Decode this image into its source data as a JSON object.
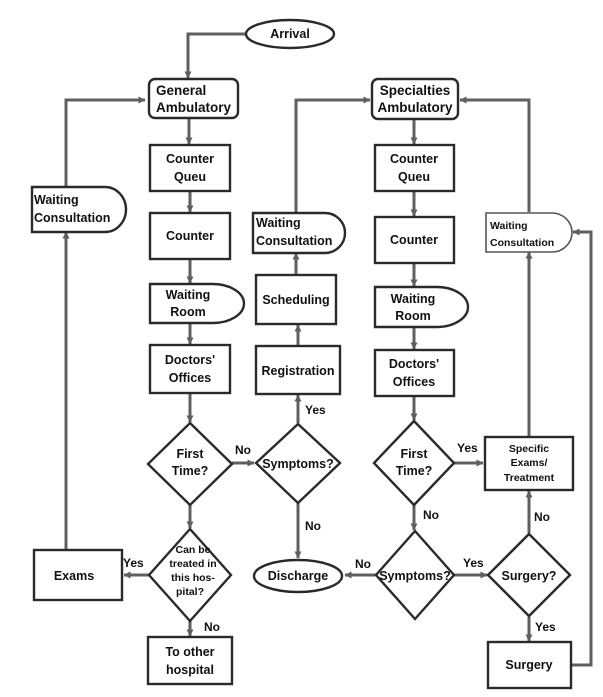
{
  "nodes": {
    "arrival": "Arrival",
    "general_ambulatory": [
      "General",
      "Ambulatory"
    ],
    "counter_queue_left": [
      "Counter",
      "Queu"
    ],
    "counter_left": "Counter",
    "waiting_room_left": [
      "Waiting",
      "Room"
    ],
    "doctors_offices_left": [
      "Doctors'",
      "Offices"
    ],
    "first_time_left": [
      "First",
      "Time?"
    ],
    "can_be_treated": [
      "Can be",
      "treated in",
      "this hos-",
      "pital?"
    ],
    "to_other_hospital": [
      "To other",
      "hospital"
    ],
    "exams": "Exams",
    "waiting_consultation_left": [
      "Waiting",
      "Consultation"
    ],
    "symptoms_middle": "Symptoms?",
    "registration": "Registration",
    "scheduling": "Scheduling",
    "waiting_consultation_middle": [
      "Waiting",
      "Consultation"
    ],
    "discharge": "Discharge",
    "specialties_ambulatory": [
      "Specialties",
      "Ambulatory"
    ],
    "counter_queue_right": [
      "Counter",
      "Queu"
    ],
    "counter_right": "Counter",
    "waiting_room_right": [
      "Waiting",
      "Room"
    ],
    "doctors_offices_right": [
      "Doctors'",
      "Offices"
    ],
    "first_time_right": [
      "First",
      "Time?"
    ],
    "symptoms_right": "Symptoms?",
    "surgery_question": "Surgery?",
    "surgery": "Surgery",
    "specific_exams": [
      "Specific",
      "Exams/",
      "Treatment"
    ],
    "waiting_consultation_right": [
      "Waiting",
      "Consultation"
    ]
  },
  "edge_labels": {
    "first_time_left_no": "No",
    "symptoms_middle_yes": "Yes",
    "symptoms_middle_no": "No",
    "can_be_treated_yes": "Yes",
    "can_be_treated_no": "No",
    "first_time_right_yes": "Yes",
    "first_time_right_no": "No",
    "symptoms_right_no": "No",
    "symptoms_right_yes": "Yes",
    "surgery_no": "No",
    "surgery_yes": "Yes"
  }
}
